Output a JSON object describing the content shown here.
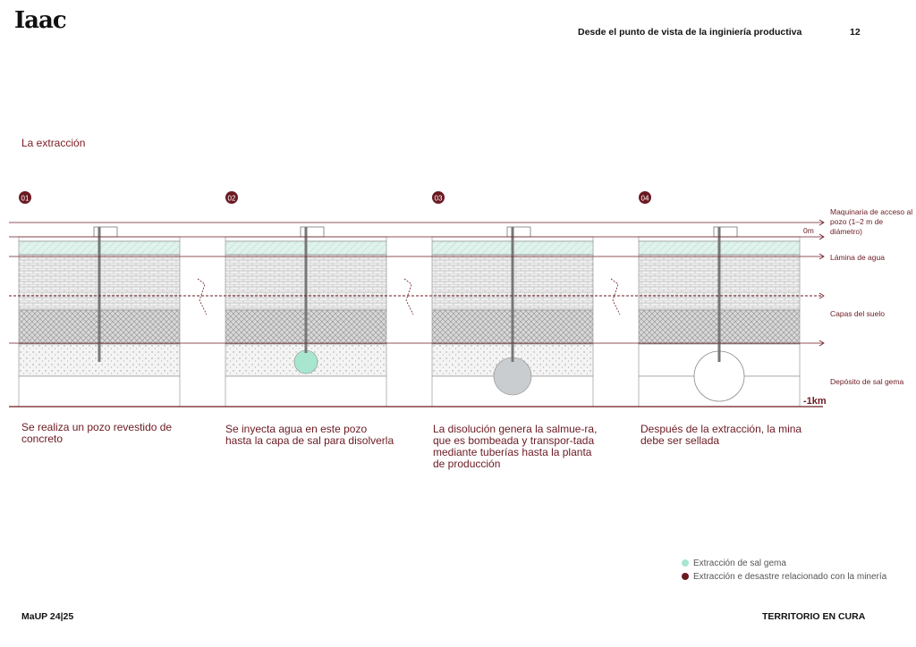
{
  "header": {
    "logo": "Iaac",
    "title": "Desde el punto de vista de  la inginiería productiva",
    "page_number": "12"
  },
  "section_title": "La extracción",
  "steps": [
    {
      "number": "01",
      "description": "Se realiza un pozo revestido de concreto",
      "cavity": "none"
    },
    {
      "number": "02",
      "description": "Se inyecta agua en este pozo hasta la capa de sal para disolverla",
      "cavity": "small"
    },
    {
      "number": "03",
      "description": "La disolución genera la salmue-ra, que es bombeada y transpor-tada mediante tuberías hasta la planta de producción",
      "cavity": "medium"
    },
    {
      "number": "04",
      "description": "Después de la extracción, la mina debe ser sellada",
      "cavity": "large-empty"
    }
  ],
  "side_labels": {
    "machinery": "Maquinaria de acceso al pozo (1–2 m de diámetro)",
    "zero": "0m",
    "water": "Lámina de agua",
    "soil": "Capas del suelo",
    "salt": "Depósito de sal gema",
    "depth": "-1km"
  },
  "legend": [
    {
      "label": "Extracción de sal gema",
      "color": "#a8e6cf"
    },
    {
      "label": "Extracción e desastre relacionado con la minería",
      "color": "#6b1a22"
    }
  ],
  "colors": {
    "accent": "#6b1a22",
    "water_layer": "#dff3ec",
    "brine_fill": "#a8e6cf",
    "gray_fill": "#c9cdcf"
  },
  "footer": {
    "left": "MaUP 24|25",
    "right": "TERRITORIO EN CURA"
  }
}
